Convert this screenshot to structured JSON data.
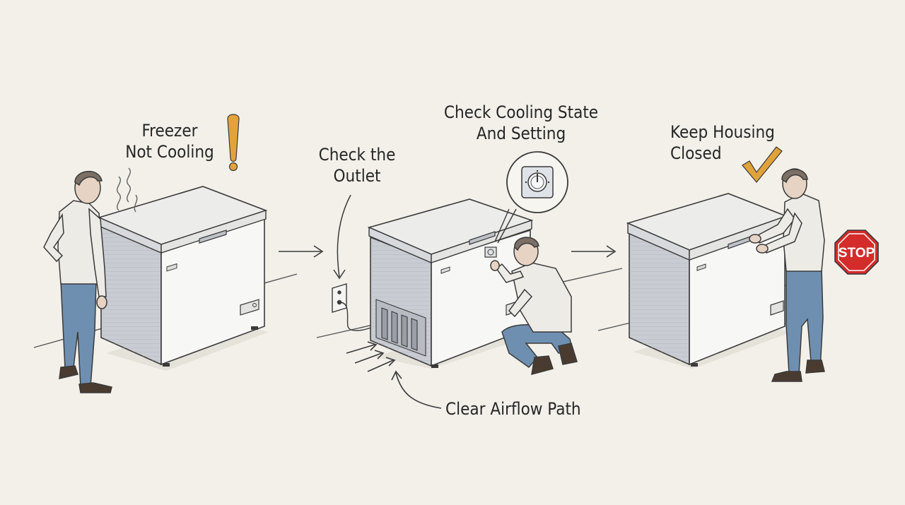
{
  "labels": {
    "step1": {
      "line1": "Freezer",
      "line2": "Not Cooling"
    },
    "step2": {
      "line1": "Check the",
      "line2": "Outlet"
    },
    "step3": {
      "line1": "Check Cooling State",
      "line2": "And Setting"
    },
    "step4": {
      "line1": "Keep Housing",
      "line2": "Closed"
    },
    "airflow": "Clear Airflow Path",
    "stop_sign": "STOP"
  },
  "colors": {
    "background": "#f2f0e9",
    "ink": "#3a3a3a",
    "freezer_side": "#c9ccd2",
    "freezer_front": "#f7f7f5",
    "shirt": "#ecebe6",
    "jeans": "#6f8fb0",
    "exclamation": "#e2a33a",
    "checkmark": "#e0a23a",
    "stop_red": "#d42b2b"
  },
  "icons": [
    "exclamation-icon",
    "checkmark-icon",
    "stop-sign-icon",
    "arrow-icon",
    "heat-wavy-lines-icon",
    "thermostat-dial-icon",
    "wall-outlet-icon"
  ]
}
